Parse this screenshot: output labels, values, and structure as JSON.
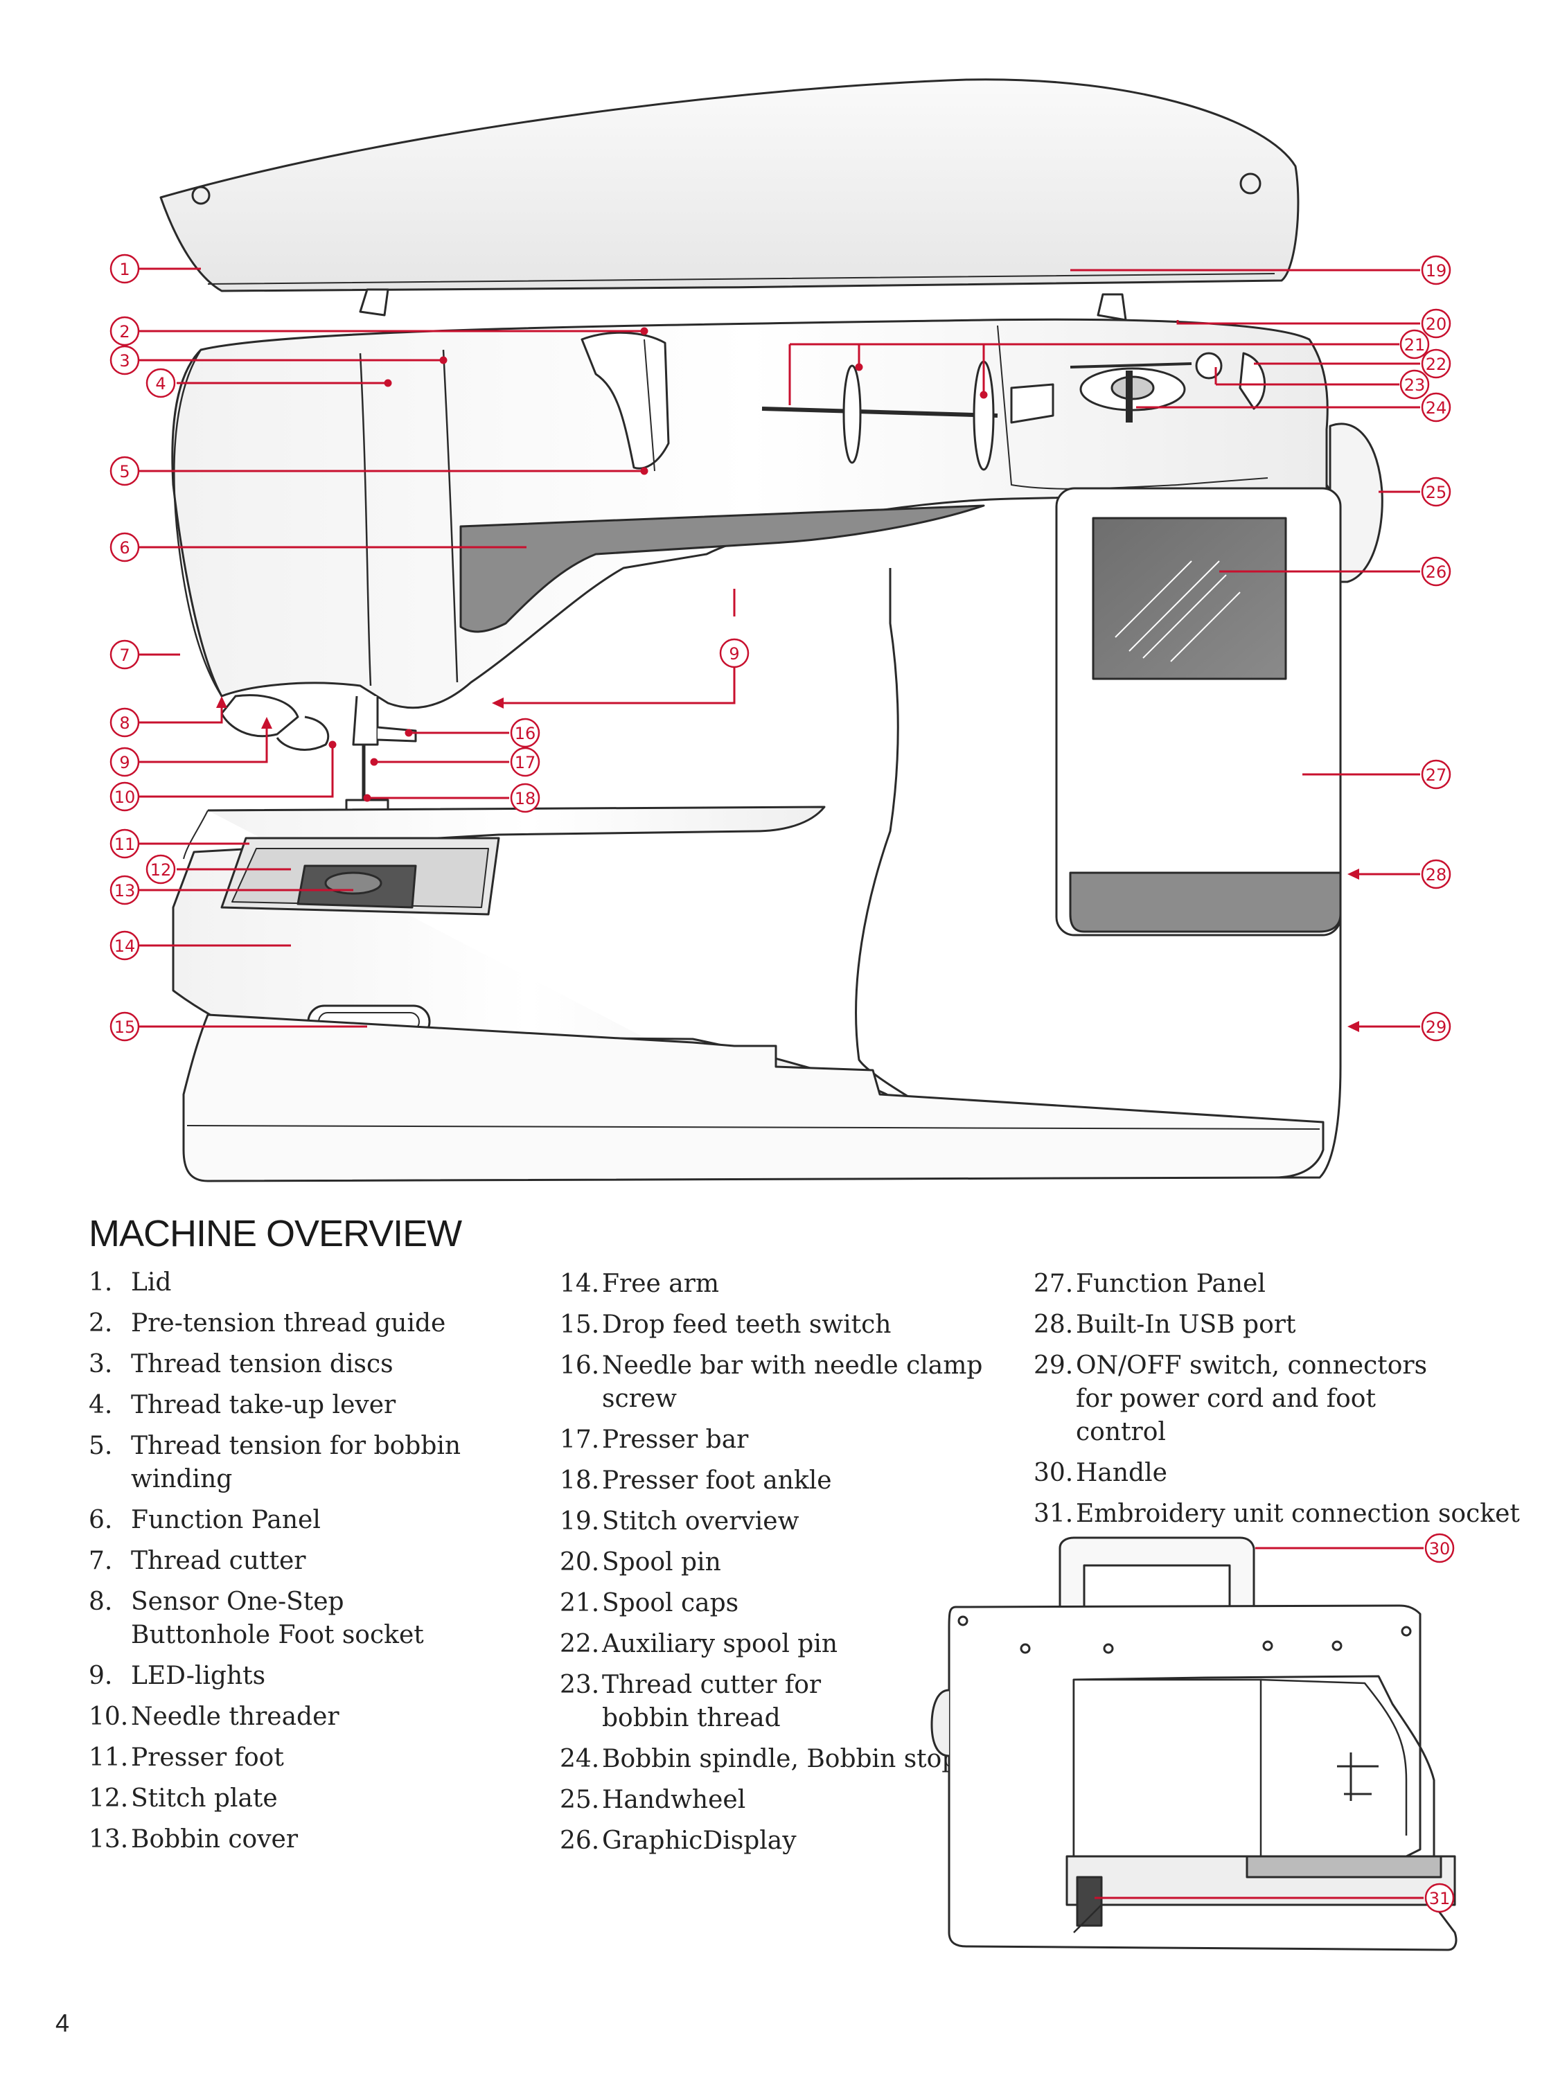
{
  "title": "MACHINE OVERVIEW",
  "page_number": "4",
  "parts": [
    {
      "num": "1.",
      "name": "Lid"
    },
    {
      "num": "2.",
      "name": "Pre-tension thread guide"
    },
    {
      "num": "3.",
      "name": "Thread tension discs"
    },
    {
      "num": "4.",
      "name": "Thread take-up lever"
    },
    {
      "num": "5.",
      "name": "Thread tension for bobbin winding"
    },
    {
      "num": "6.",
      "name": "Function Panel"
    },
    {
      "num": "7.",
      "name": "Thread cutter"
    },
    {
      "num": "8.",
      "name": "Sensor One-Step Buttonhole Foot socket"
    },
    {
      "num": "9.",
      "name": "LED-lights"
    },
    {
      "num": "10.",
      "name": "Needle threader"
    },
    {
      "num": "11.",
      "name": "Presser foot"
    },
    {
      "num": "12.",
      "name": "Stitch plate"
    },
    {
      "num": "13.",
      "name": "Bobbin cover"
    },
    {
      "num": "14.",
      "name": "Free arm"
    },
    {
      "num": "15.",
      "name": "Drop feed teeth switch"
    },
    {
      "num": "16.",
      "name": "Needle bar with needle clamp screw"
    },
    {
      "num": "17.",
      "name": "Presser bar"
    },
    {
      "num": "18.",
      "name": "Presser foot ankle"
    },
    {
      "num": "19.",
      "name": "Stitch overview"
    },
    {
      "num": "20.",
      "name": "Spool pin"
    },
    {
      "num": "21.",
      "name": "Spool caps"
    },
    {
      "num": "22.",
      "name": "Auxiliary spool pin"
    },
    {
      "num": "23.",
      "name": "Thread cutter for bobbin thread"
    },
    {
      "num": "24.",
      "name": "Bobbin spindle, Bobbin stop"
    },
    {
      "num": "25.",
      "name": "Handwheel"
    },
    {
      "num": "26.",
      "name": "GraphicDisplay"
    },
    {
      "num": "27.",
      "name": "Function Panel"
    },
    {
      "num": "28.",
      "name": "Built-In USB port"
    },
    {
      "num": "29.",
      "name": "ON/OFF switch, connectors for power cord and foot control"
    },
    {
      "num": "30.",
      "name": "Handle"
    },
    {
      "num": "31.",
      "name": "Embroidery unit connection socket"
    }
  ],
  "callouts": {
    "c1": "1",
    "c2": "2",
    "c3": "3",
    "c4": "4",
    "c5": "5",
    "c6": "6",
    "c7": "7",
    "c8": "8",
    "c9": "9",
    "c9b": "9",
    "c10": "10",
    "c11": "11",
    "c12": "12",
    "c13": "13",
    "c14": "14",
    "c15": "15",
    "c16": "16",
    "c17": "17",
    "c18": "18",
    "c19": "19",
    "c20": "20",
    "c21": "21",
    "c22": "22",
    "c23": "23",
    "c24": "24",
    "c25": "25",
    "c26": "26",
    "c27": "27",
    "c28": "28",
    "c29": "29",
    "c30": "30",
    "c31": "31"
  },
  "colors": {
    "callout": "#c8102e",
    "outline": "#2a2a2a",
    "panel": "#8c8c8c"
  }
}
